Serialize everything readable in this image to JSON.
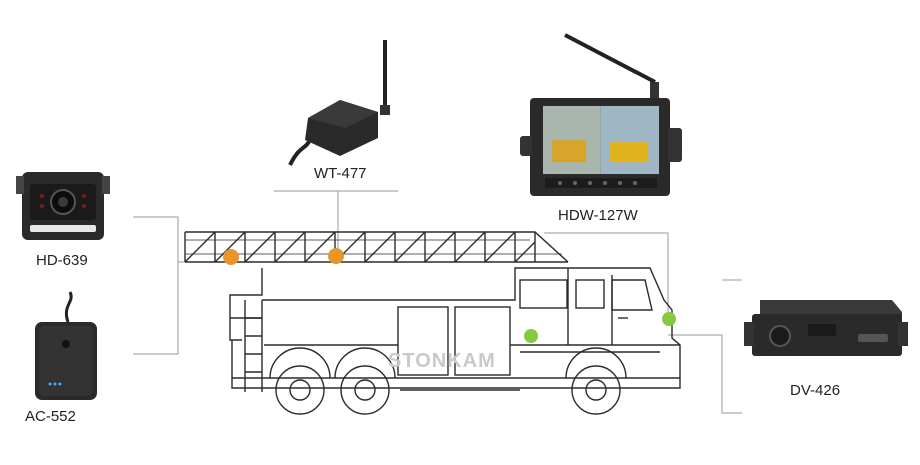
{
  "watermark": "STONKAM",
  "devices": [
    {
      "id": "hd639",
      "label": "HD-639",
      "kind": "rear-view-camera"
    },
    {
      "id": "ac552",
      "label": "AC-552",
      "kind": "camera-module"
    },
    {
      "id": "wt477",
      "label": "WT-477",
      "kind": "wireless-transmitter"
    },
    {
      "id": "hdw127w",
      "label": "HDW-127W",
      "kind": "wireless-monitor"
    },
    {
      "id": "dv426",
      "label": "DV-426",
      "kind": "mobile-dvr"
    }
  ],
  "colors": {
    "line": "#9a9a9a",
    "truck_stroke": "#2b2b2b",
    "orange_marker": "#e8962c",
    "green_marker": "#86c83e",
    "device_dark": "#2a2a2a"
  }
}
